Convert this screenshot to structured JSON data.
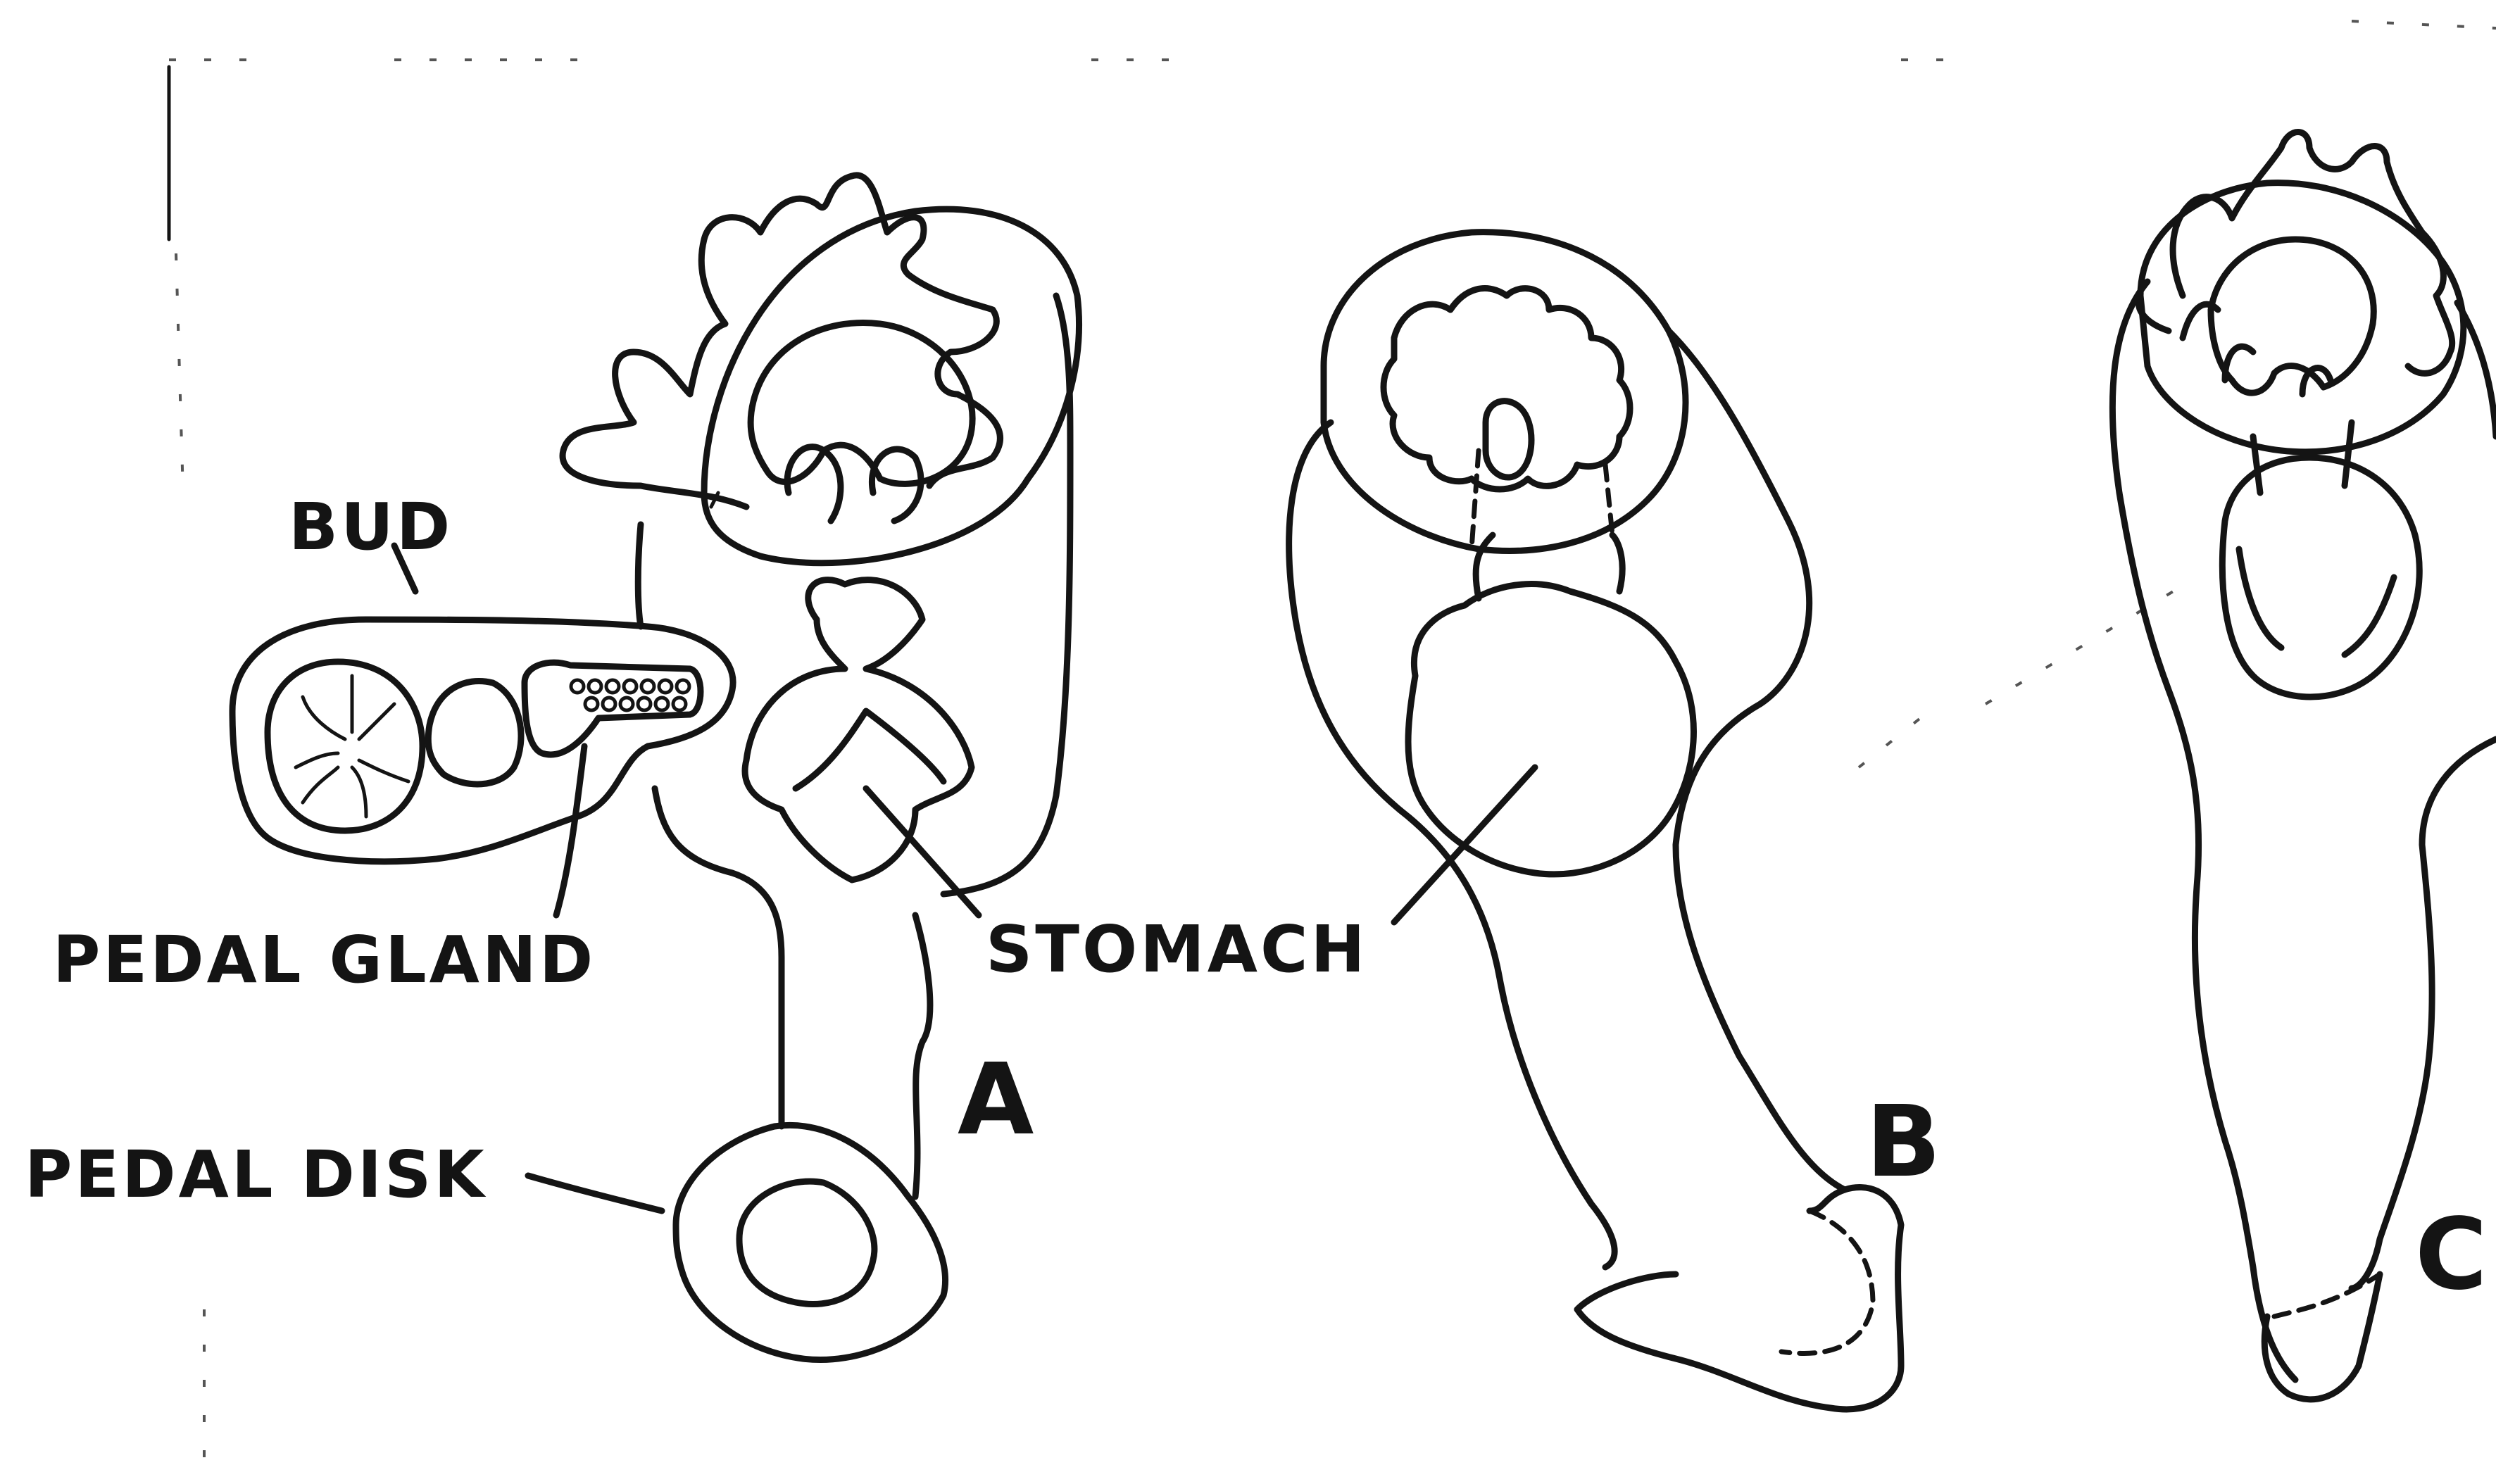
{
  "labels": {
    "bud": "BUD",
    "pedal_gland": "PEDAL GLAND",
    "stomach": "STOMACH",
    "pedal_disk": "PEDAL DISK",
    "panel_a": "A",
    "panel_b": "B",
    "panel_c": "C"
  },
  "colors": {
    "ink": "#141414",
    "paper": "#ffffff"
  }
}
